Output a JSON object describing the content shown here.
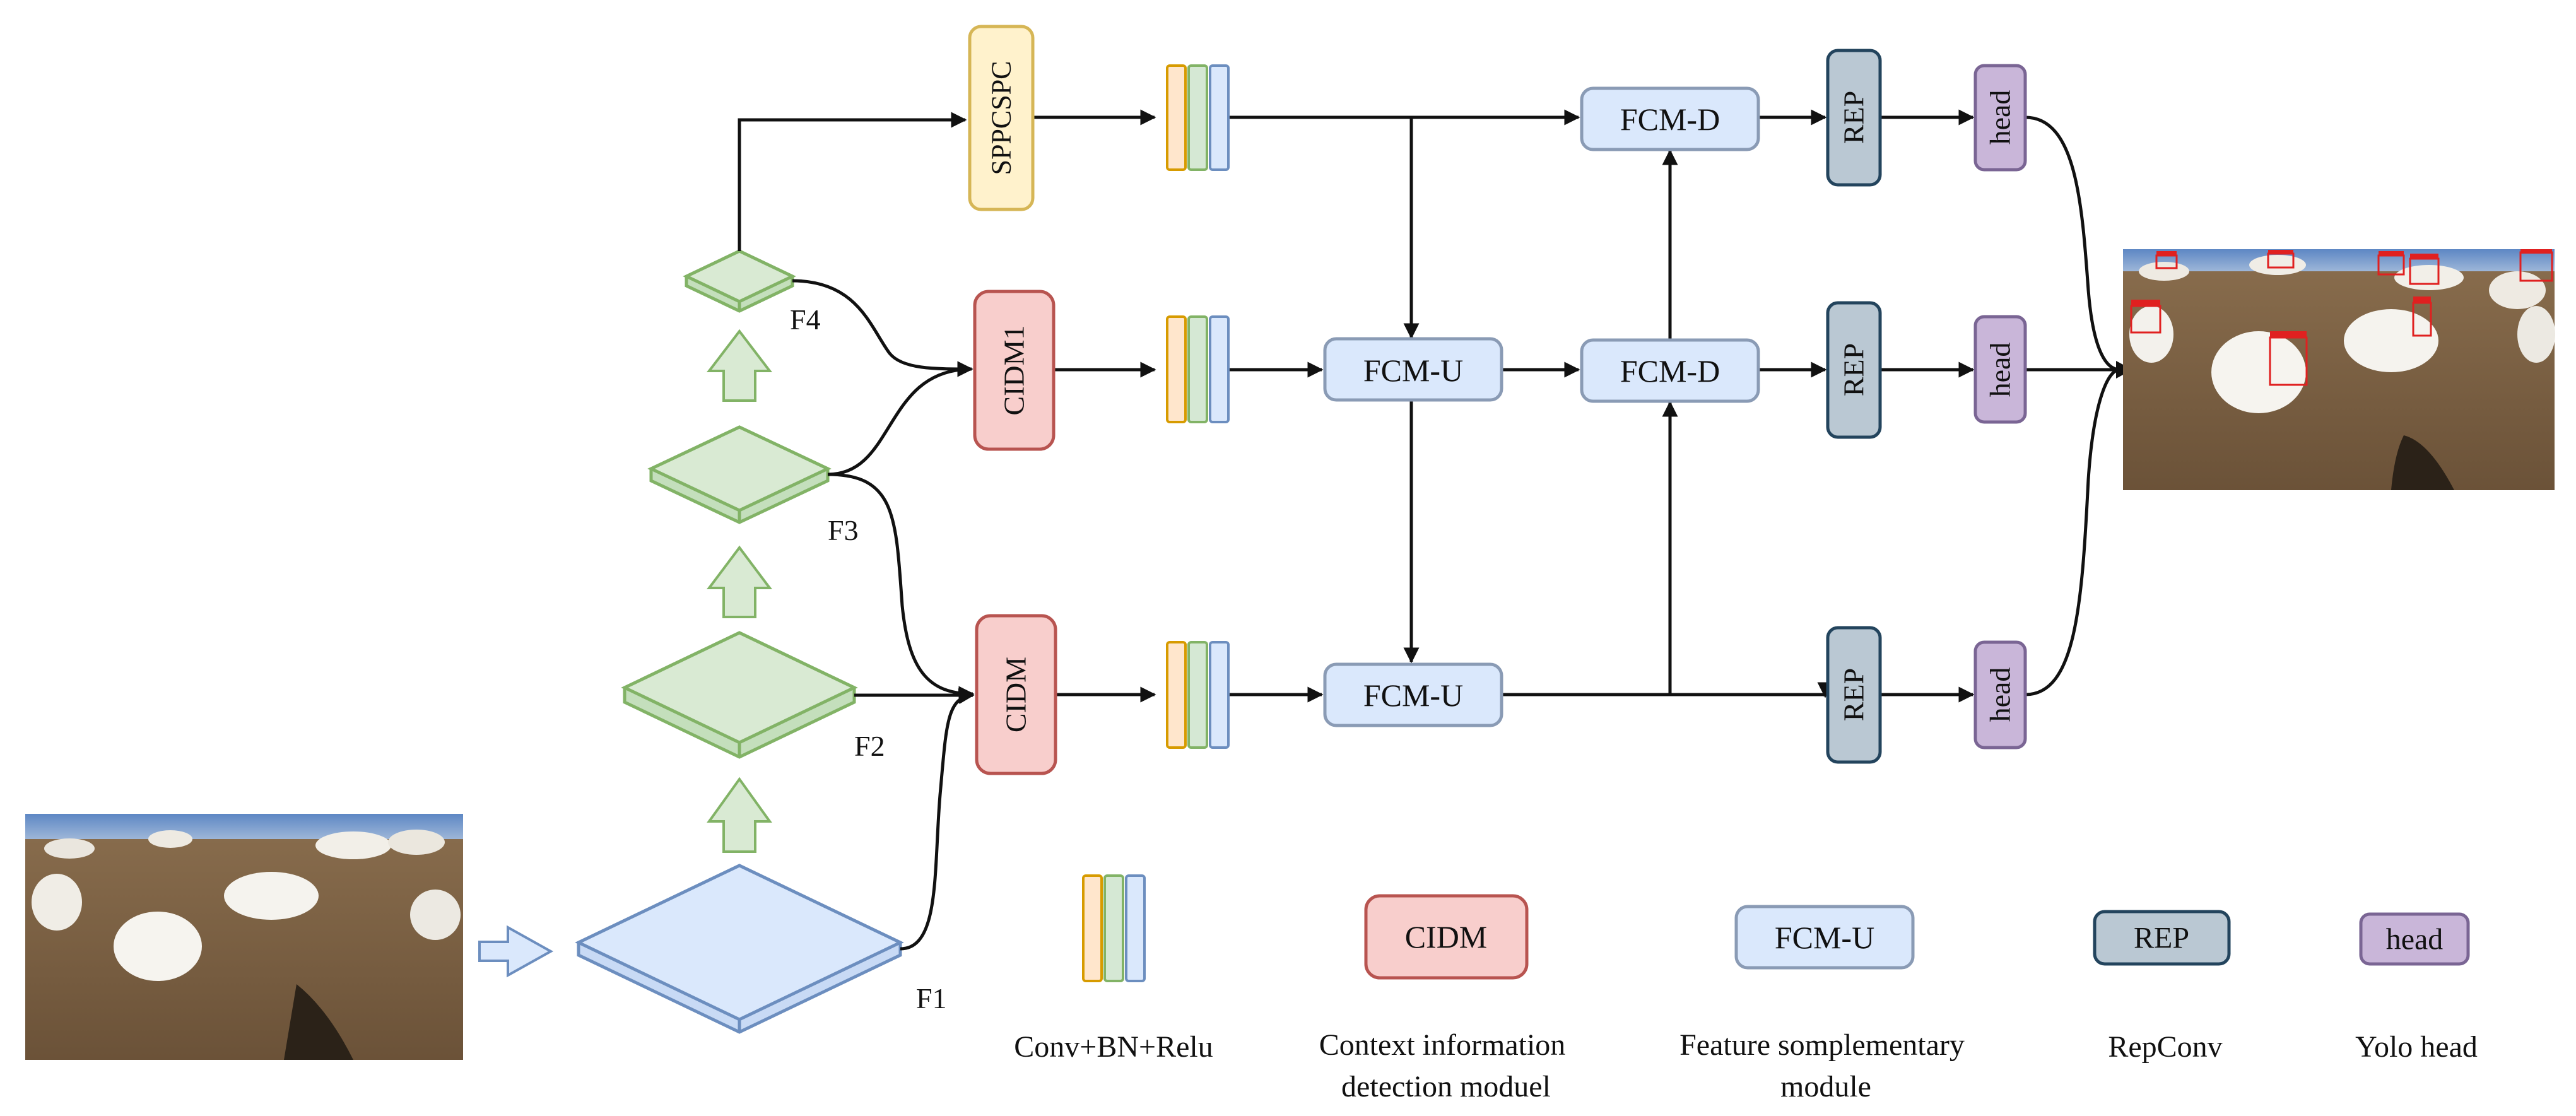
{
  "colors": {
    "pyramid_green": "#d9ead3",
    "pyramid_green_stroke": "#82b366",
    "pyramid_blue": "#dae8fc",
    "pyramid_blue_stroke": "#6c8ebf",
    "sppcspc_fill": "#fff2cc",
    "sppcspc_stroke": "#d6b656",
    "cidm_fill": "#f8cecc",
    "cidm_stroke": "#b85450",
    "fcm_fill": "#dae8fc",
    "fcm_stroke": "#8a9bb5",
    "rep_fill": "#bac8d3",
    "rep_stroke": "#23445d",
    "head_fill": "#c9b6d9",
    "head_stroke": "#7a6594",
    "bar_orange": "#ffe6cc",
    "bar_orange_stroke": "#d79b00",
    "bar_green": "#d5e8d4",
    "bar_green_stroke": "#82b366",
    "bar_blue": "#dae8fc",
    "bar_blue_stroke": "#6c8ebf"
  },
  "pyramid": {
    "f1": "F1",
    "f2": "F2",
    "f3": "F3",
    "f4": "F4"
  },
  "modules": {
    "sppcspc": "SPPCSPC",
    "cidm1": "CIDM1",
    "cidm": "CIDM",
    "fcm_u": "FCM-U",
    "fcm_d": "FCM-D",
    "rep": "REP",
    "head": "head"
  },
  "legend": {
    "conv": [
      "Conv+BN+Relu"
    ],
    "cidm_box": "CIDM",
    "cidm": [
      "Context information",
      "detection moduel"
    ],
    "fcm_box": "FCM-U",
    "fcm": [
      "Feature somplementary",
      "module"
    ],
    "rep_box": "REP",
    "rep": [
      "RepConv"
    ],
    "head_box": "head",
    "head": [
      "Yolo head"
    ]
  }
}
